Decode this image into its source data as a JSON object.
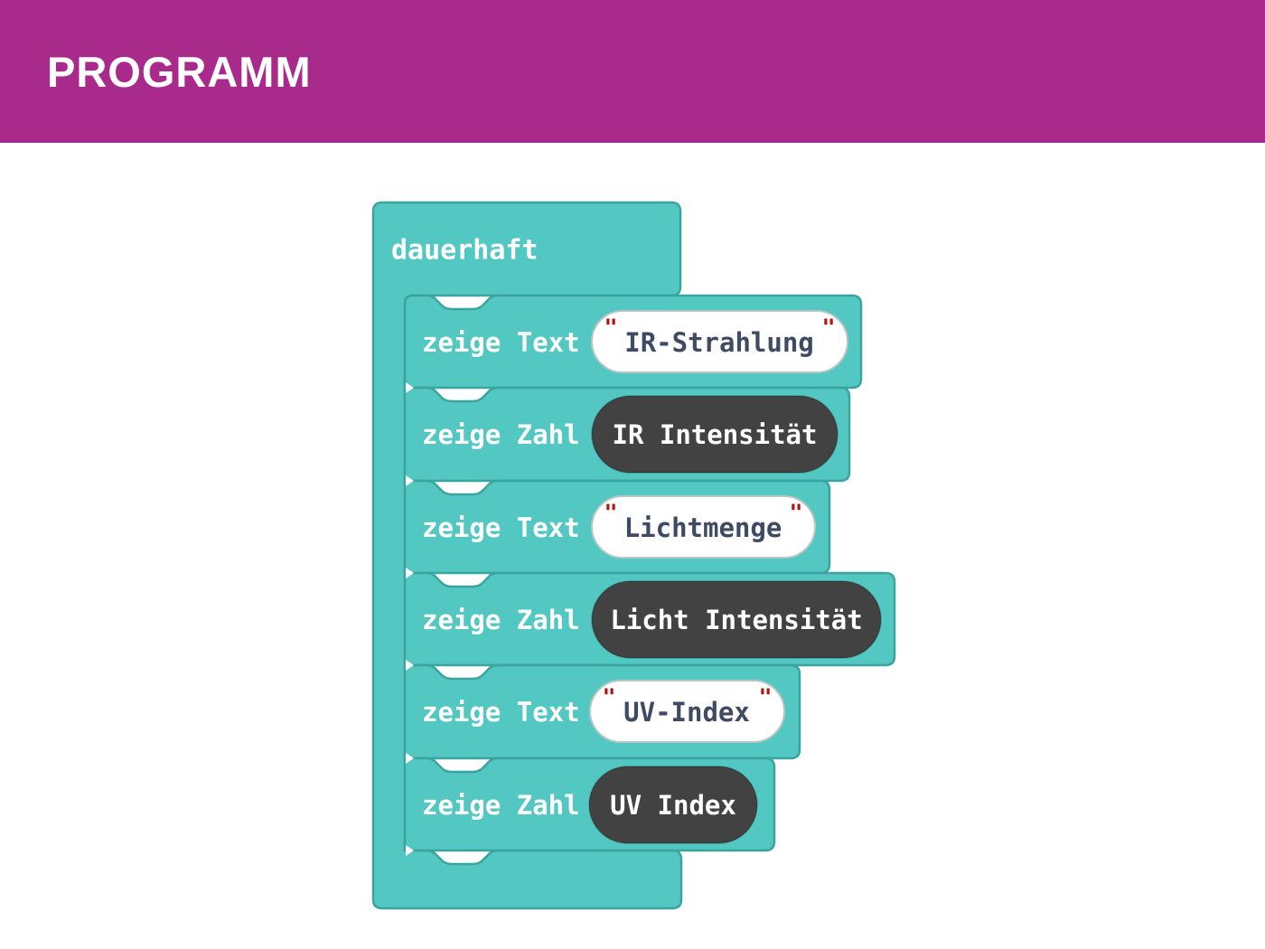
{
  "header": {
    "title": "PROGRAMM",
    "background": "#A82B8C",
    "text_color": "#FFFFFF"
  },
  "workspace": {
    "background": "#FFFFFF",
    "quote_mark": "\"",
    "colors": {
      "block_fill": "#53C7C1",
      "block_outline": "#3BA49E",
      "block_text": "#FFFFFF",
      "value_pill_fill": "#424242",
      "value_pill_text": "#FFFFFF",
      "string_field_fill": "#FFFFFF",
      "string_field_text": "#3F4A63",
      "quote_color": "#B31212"
    },
    "forever_block": {
      "label": "dauerhaft"
    },
    "statements": [
      {
        "label": "zeige Text",
        "value": "IR-Strahlung",
        "value_type": "string"
      },
      {
        "label": "zeige Zahl",
        "value": "IR Intensität",
        "value_type": "number-variable"
      },
      {
        "label": "zeige Text",
        "value": "Lichtmenge",
        "value_type": "string"
      },
      {
        "label": "zeige Zahl",
        "value": "Licht Intensität",
        "value_type": "number-variable"
      },
      {
        "label": "zeige Text",
        "value": "UV-Index",
        "value_type": "string"
      },
      {
        "label": "zeige Zahl",
        "value": "UV Index",
        "value_type": "number-variable"
      }
    ]
  }
}
